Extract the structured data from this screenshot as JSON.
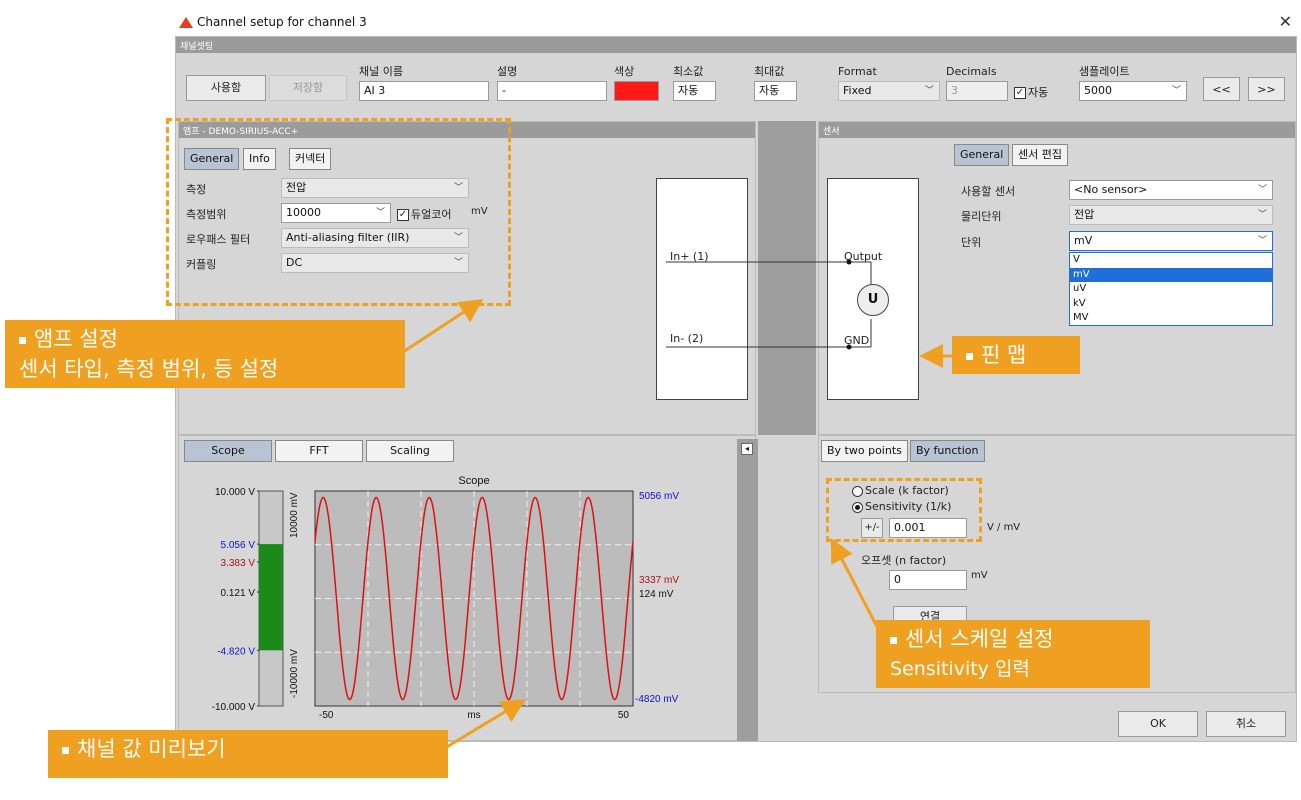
{
  "window": {
    "title": "Channel setup for channel 3",
    "close": "✕"
  },
  "topbar": {
    "strip": "채널셋팅",
    "use_btn": "사용함",
    "save_btn": "저장함",
    "name_label": "채널 이름",
    "name_value": "AI 3",
    "desc_label": "설명",
    "desc_value": "-",
    "color_label": "색상",
    "color_value": "#ff1a1a",
    "min_label": "최소값",
    "min_value": "자동",
    "max_label": "최대값",
    "max_value": "자동",
    "format_label": "Format",
    "format_value": "Fixed",
    "decimals_label": "Decimals",
    "decimals_value": "3",
    "decimals_auto": "자동",
    "rate_label": "샘플레이트",
    "rate_value": "5000",
    "prev_btn": "<<",
    "next_btn": ">>"
  },
  "amp": {
    "strip": "앰프 - DEMO-SIRIUS-ACC+",
    "tabs": [
      "General",
      "Info",
      "커넥터"
    ],
    "rows": [
      {
        "label": "측정",
        "value": "전압"
      },
      {
        "label": "측정범위",
        "value": "10000"
      },
      {
        "label": "로우패스 필터",
        "value": "Anti-aliasing filter (IIR)"
      },
      {
        "label": "커플링",
        "value": "DC"
      }
    ],
    "dual_core": "듀얼코어",
    "range_unit": "mV",
    "pin_in_plus": "In+ (1)",
    "pin_in_minus": "In- (2)"
  },
  "sensor": {
    "strip": "센서",
    "tabs": [
      "General",
      "센서 편집"
    ],
    "rows": [
      {
        "label": "사용할 센서",
        "value": "<No sensor>"
      },
      {
        "label": "물리단위",
        "value": "전압"
      },
      {
        "label": "단위",
        "value": "mV"
      }
    ],
    "unit_options": [
      "V",
      "mV",
      "uV",
      "kV",
      "MV"
    ],
    "selected_unit": "mV",
    "output": "Output",
    "gnd": "GND",
    "u": "U"
  },
  "scope": {
    "tabs": [
      "Scope",
      "FFT",
      "Scaling"
    ],
    "title": "Scope",
    "bar_labels": {
      "max": "10.000 V",
      "hi": "5.056 V",
      "cur": "3.383 V",
      "mid": "0.121 V",
      "lo": "-4.820 V",
      "min": "-10.000 V"
    },
    "vert_top": "10000 mV",
    "vert_bot": "-10000 mV",
    "right_labels": {
      "top": "5056 mV",
      "mid1": "3337 mV",
      "mid2": "124 mV",
      "bot": "-4820 mV"
    },
    "x_left": "-50",
    "x_unit": "ms",
    "x_right": "50",
    "fill_top": 0.753,
    "fill_bottom": 0.259,
    "wave_cycles": 6,
    "colors": {
      "wave": "#e01010",
      "fill": "#1a8a1a"
    }
  },
  "scaling": {
    "tabs": [
      "By two points",
      "By function"
    ],
    "scale_opt": "Scale (k factor)",
    "sens_opt": "Sensitivity (1/k)",
    "pm": "+/-",
    "sens_value": "0.001",
    "sens_unit": "V / mV",
    "offset_label": "오프셋 (n factor)",
    "offset_value": "0",
    "offset_unit": "mV",
    "calc_btn": "연결"
  },
  "footer": {
    "ok": "OK",
    "cancel": "취소"
  },
  "callouts": {
    "amp_line1": "앰프 설정",
    "amp_line2": "센서 타입, 측정 범위, 등 설정",
    "pin": "핀 맵",
    "sens_line1": "센서 스케일 설정",
    "sens_line2": "Sensitivity 입력",
    "preview": "채널 값 미리보기"
  }
}
